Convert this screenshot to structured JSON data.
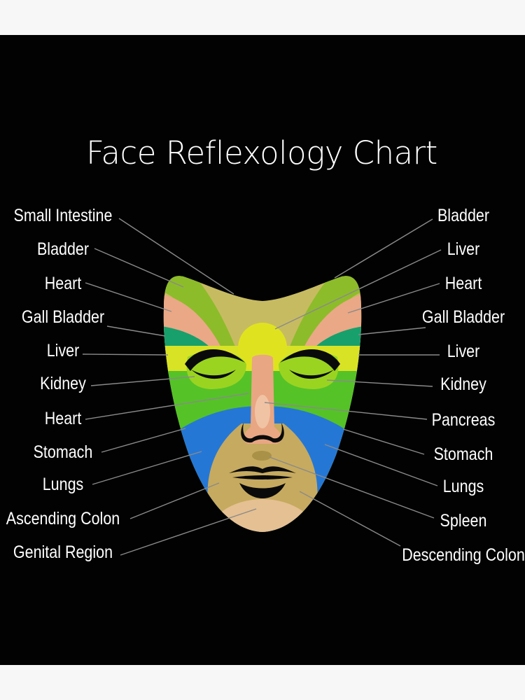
{
  "title": "Face Reflexology Chart",
  "colors": {
    "background": "#020202",
    "page_margin": "#f7f7f7",
    "text": "#ffffff",
    "leader_line": "#8a8a8a",
    "forehead_center": "#c7bb62",
    "forehead_bands": "#8dbc2a",
    "temple": "#eaa886",
    "brow_teal": "#17a06b",
    "third_eye": "#dfe31f",
    "eye_band_yellow": "#d8e326",
    "eye_patch": "#9ad421",
    "cheek_green": "#55c228",
    "lower_blue": "#2577d6",
    "mouth_area": "#c6aa5f",
    "chin": "#e5c092",
    "nose": "#e9a683",
    "nose_highlight": "#f0c3a4",
    "philtrum_spot": "#a99247",
    "features": "#0a0a0a"
  },
  "labels": {
    "left": [
      {
        "text": "Small Intestine"
      },
      {
        "text": "Bladder"
      },
      {
        "text": "Heart"
      },
      {
        "text": "Gall Bladder"
      },
      {
        "text": "Liver"
      },
      {
        "text": "Kidney"
      },
      {
        "text": "Heart"
      },
      {
        "text": "Stomach"
      },
      {
        "text": "Lungs"
      },
      {
        "text": "Ascending Colon"
      },
      {
        "text": "Genital Region"
      }
    ],
    "right": [
      {
        "text": "Bladder"
      },
      {
        "text": "Liver"
      },
      {
        "text": "Heart"
      },
      {
        "text": "Gall Bladder"
      },
      {
        "text": "Liver"
      },
      {
        "text": "Kidney"
      },
      {
        "text": "Pancreas"
      },
      {
        "text": "Stomach"
      },
      {
        "text": "Lungs"
      },
      {
        "text": "Spleen"
      },
      {
        "text": "Descending Colon"
      }
    ]
  }
}
